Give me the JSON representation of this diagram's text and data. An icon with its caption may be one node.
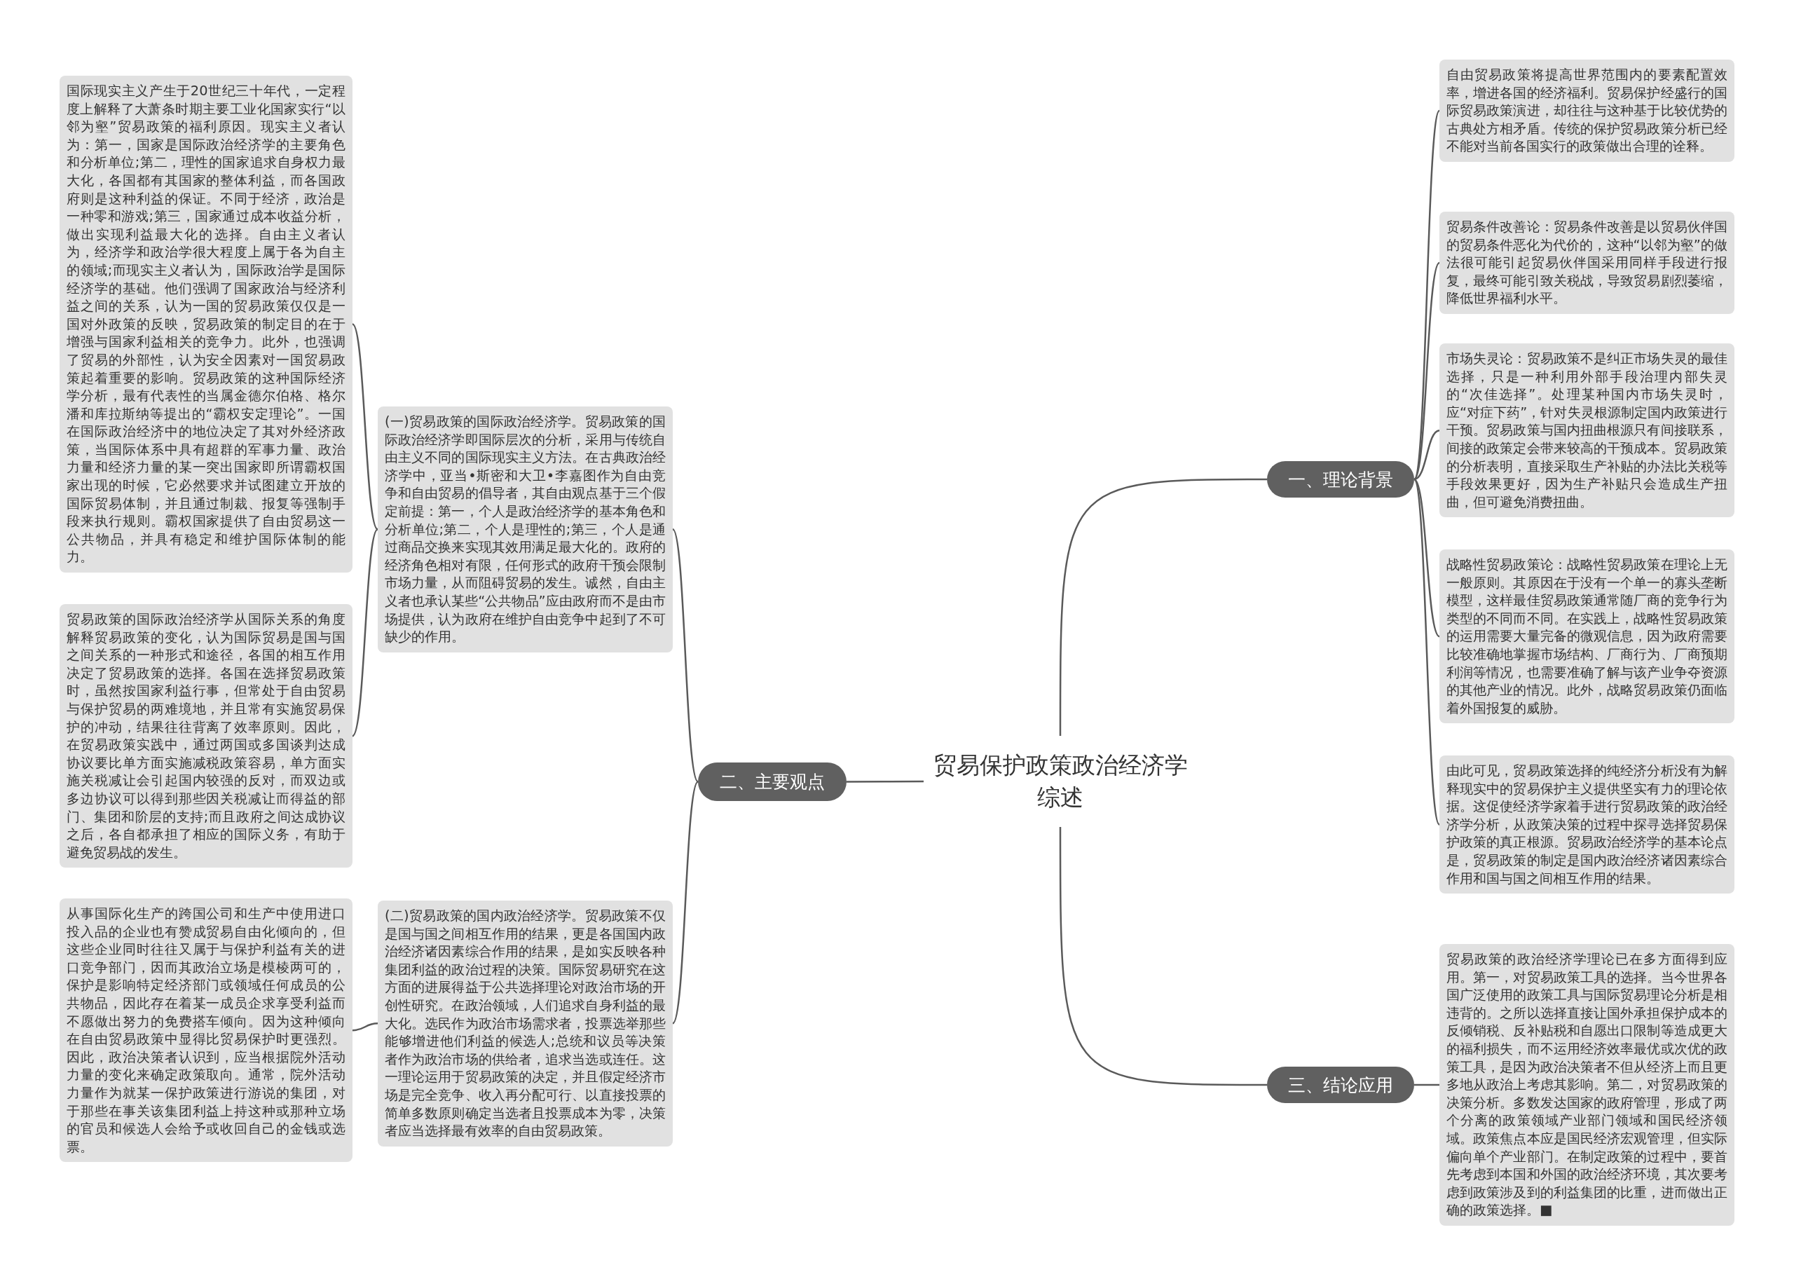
{
  "diagram": {
    "nodes": [
      {
        "text": [
          "贸易保护政策政治经济学综述"
        ]
      },
      {
        "text": [
          "一、理论背景"
        ]
      },
      {
        "text": [
          "自由贸易政策将提高世界范围内的要素配置效率，增进各国的经济福利。贸易保护经盛行的国际贸易政策演进，却往往与这种基于比较优势的古典处方相矛盾。传统的保护贸易政策分析已经不能对当前各国实行的政策做出合理的诠释。"
        ]
      },
      {
        "text": [
          "贸易条件改善论：贸易条件改善是以贸易伙伴国的贸易条件恶化为代价的，这种“以邻为壑”的做法很可能引起贸易伙伴国采用同样手段进行报复，最终可能引致关税战，导致贸易剧烈萎缩，降低世界福利水平。"
        ]
      },
      {
        "text": [
          "市场失灵论：贸易政策不是纠正市场失灵的最佳选择，只是一种利用外部手段治理内部失灵的“次佳选择”。处理某种国内市场失灵时，应“对症下药”，针对失灵根源制定国内政策进行干预。贸易政策与国内扭曲根源只有间接联系，间接的政策定会带来较高的干预成本。贸易政策的分析表明，直接采取生产补贴的办法比关税等手段效果更好，因为生产补贴只会造成生产扭曲，但可避免消费扭曲。"
        ]
      },
      {
        "text": [
          "战略性贸易政策论：战略性贸易政策在理论上无一般原则。其原因在于没有一个单一的寡头垄断模型，这样最佳贸易政策通常随厂商的竞争行为类型的不同而不同。在实践上，战略性贸易政策的运用需要大量完备的微观信息，因为政府需要比较准确地掌握市场结构、厂商行为、厂商预期利润等情况，也需要准确了解与该产业争夺资源的其他产业的情况。此外，战略贸易政策仍面临着外国报复的威胁。"
        ]
      },
      {
        "text": [
          "由此可见，贸易政策选择的纯经济分析没有为解释现实中的贸易保护主义提供坚实有力的理论依据。这促使经济学家着手进行贸易政策的政治经济学分析，从政策决策的过程中探寻选择贸易保护政策的真正根源。贸易政治经济学的基本论点是，贸易政策的制定是国内政治经济诸因素综合作用和国与国之间相互作用的结果。"
        ]
      },
      {
        "text": [
          "三、结论应用"
        ]
      },
      {
        "text": [
          "贸易政策的政治经济学理论已在多方面得到应用。第一，对贸易政策工具的选择。当今世界各国广泛使用的政策工具与国际贸易理论分析是相违背的。之所以选择直接让国外承担保护成本的反倾销税、反补贴税和自愿出口限制等造成更大的福利损失，而不运用经济效率最优或次优的政策工具，是因为政治决策者不但从经济上而且更多地从政治上考虑其影响。第二，对贸易政策的决策分析。多数发达国家的政府管理，形成了两个分离的政策领域产业部门领域和国民经济领域。政策焦点本应是国民经济宏观管理，但实际偏向单个产业部门。在制定政策的过程中，要首先考虑到本国和外国的政治经济环境，其次要考虑到政策涉及到的利益集团的比重，进而做出正确的政策选择。■"
        ]
      },
      {
        "text": [
          "二、主要观点"
        ]
      },
      {
        "text": [
          "(一)贸易政策的国际政治经济学。贸易政策的国际政治经济学即国际层次的分析，采用与传统自由主义不同的国际现实主义方法。在古典政治经济学中，亚当•斯密和大卫•李嘉图作为自由竞争和自由贸易的倡导者，其自由观点基于三个假定前提：第一，个人是政治经济学的基本角色和分析单位;第二，个人是理性的;第三，个人是通过商品交换来实现其效用满足最大化的。政府的经济角色相对有限，任何形式的政府干预会限制市场力量，从而阻碍贸易的发生。诚然，自由主义者也承认某些“公共物品”应由政府而不是由市场提供，认为政府在维护自由竞争中起到了不可缺少的作用。"
        ]
      },
      {
        "text": [
          "国际现实主义产生于20世纪三十年代，一定程度上解释了大萧条时期主要工业化国家实行“以邻为壑”贸易政策的福利原因。现实主义者认为：第一，国家是国际政治经济学的主要角色和分析单位;第二，理性的国家追求自身权力最大化，各国都有其国家的整体利益，而各国政府则是这种利益的保证。不同于经济，政治是一种零和游戏;第三，国家通过成本收益分析，做出实现利益最大化的选择。自由主义者认为，经济学和政治学很大程度上属于各为自主的领域;而现实主义者认为，国际政治学是国际经济学的基础。他们强调了国家政治与经济利益之间的关系，认为一国的贸易政策仅仅是一国对外政策的反映，贸易政策的制定目的在于增强与国家利益相关的竞争力。此外，也强调了贸易的外部性，认为安全因素对一国贸易政策起着重要的影响。贸易政策的这种国际经济学分析，最有代表性的当属金德尔伯格、格尔潘和库拉斯纳等提出的“霸权安定理论”。一国在国际政治经济中的地位决定了其对外经济政策，当国际体系中具有超群的军事力量、政治力量和经济力量的某一突出国家即所谓霸权国家出现的时候，它必然要求并试图建立开放的国际贸易体制，并且通过制裁、报复等强制手段来执行规则。霸权国家提供了自由贸易这一公共物品，并具有稳定和维护国际体制的能力。"
        ]
      },
      {
        "text": [
          "贸易政策的国际政治经济学从国际关系的角度解释贸易政策的变化，认为国际贸易是国与国之间关系的一种形式和途径，各国的相互作用决定了贸易政策的选择。各国在选择贸易政策时，虽然按国家利益行事，但常处于自由贸易与保护贸易的两难境地，并且常有实施贸易保护的冲动，结果往往背离了效率原则。因此，在贸易政策实践中，通过两国或多国谈判达成协议要比单方面实施减税政策容易，单方面实施关税减让会引起国内较强的反对，而双边或多边协议可以得到那些因关税减让而得益的部门、集团和阶层的支持;而且政府之间达成协议之后，各自都承担了相应的国际义务，有助于避免贸易战的发生。"
        ]
      },
      {
        "text": [
          "(二)贸易政策的国内政治经济学。贸易政策不仅是国与国之间相互作用的结果，更是各国国内政治经济诸因素综合作用的结果，是如实反映各种集团利益的政治过程的决策。国际贸易研究在这方面的进展得益于公共选择理论对政治市场的开创性研究。在政治领域，人们追求自身利益的最大化。选民作为政治市场需求者，投票选举那些能够增进他们利益的候选人;总统和议员等决策者作为政治市场的供给者，追求当选或连任。这一理论运用于贸易政策的决定，并且假定经济市场是完全竞争、收入再分配可行、以直接投票的简单多数原则确定当选者且投票成本为零，决策者应当选择最有效率的自由贸易政策。"
        ]
      },
      {
        "text": [
          "从事国际化生产的跨国公司和生产中使用进口投入品的企业也有赞成贸易自由化倾向的，但这些企业同时往往又属于与保护利益有关的进口竞争部门，因而其政治立场是模棱两可的，保护是影响特定经济部门或领域任何成员的公共物品，因此存在着某一成员企求享受利益而不愿做出努力的免费搭车倾向。因为这种倾向在自由贸易政策中显得比贸易保护时更强烈。因此，政治决策者认识到，应当根据院外活动力量的变化来确定政策取向。通常，院外活动力量作为就某一保护政策进行游说的集团，对于那些在事关该集团利益上持这种或那种立场的官员和候选人会给予或收回自己的金钱或选票。"
        ]
      }
    ],
    "edges": [
      {
        "from": 0,
        "to": 1,
        "arrow": "none"
      },
      {
        "from": 1,
        "to": 2,
        "arrow": "none"
      },
      {
        "from": 1,
        "to": 3,
        "arrow": "none"
      },
      {
        "from": 1,
        "to": 4,
        "arrow": "none"
      },
      {
        "from": 1,
        "to": 5,
        "arrow": "none"
      },
      {
        "from": 1,
        "to": 6,
        "arrow": "none"
      },
      {
        "from": 0,
        "to": 7,
        "arrow": "none"
      },
      {
        "from": 7,
        "to": 8,
        "arrow": "none"
      },
      {
        "from": 0,
        "to": 9,
        "arrow": "none"
      },
      {
        "from": 9,
        "to": 10,
        "arrow": "none"
      },
      {
        "from": 10,
        "to": 11,
        "arrow": "none"
      },
      {
        "from": 10,
        "to": 12,
        "arrow": "none"
      },
      {
        "from": 9,
        "to": 13,
        "arrow": "none"
      },
      {
        "from": 13,
        "to": 14,
        "arrow": "none"
      }
    ]
  }
}
